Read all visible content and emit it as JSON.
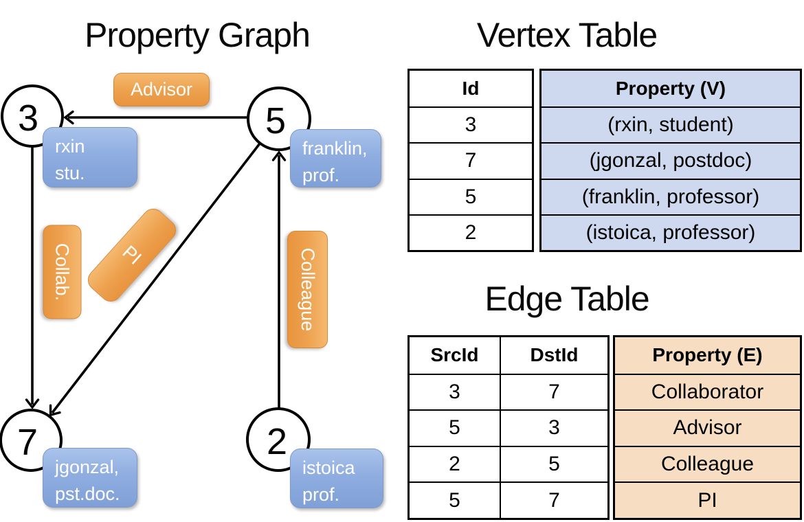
{
  "graph": {
    "title": "Property Graph",
    "nodes": [
      {
        "id": "3",
        "prop_line1": "rxin",
        "prop_line2": "stu."
      },
      {
        "id": "5",
        "prop_line1": "franklin,",
        "prop_line2": "prof."
      },
      {
        "id": "7",
        "prop_line1": "jgonzal,",
        "prop_line2": "pst.doc."
      },
      {
        "id": "2",
        "prop_line1": "istoica",
        "prop_line2": "prof."
      }
    ],
    "edges": [
      {
        "label": "Advisor",
        "from": "5",
        "to": "3"
      },
      {
        "label": "Collab.",
        "from": "3",
        "to": "7"
      },
      {
        "label": "PI",
        "from": "5",
        "to": "7"
      },
      {
        "label": "Colleague",
        "from": "2",
        "to": "5"
      }
    ]
  },
  "vertex_table": {
    "title": "Vertex Table",
    "col_id": "Id",
    "col_property": "Property (V)",
    "rows": [
      [
        "3",
        "(rxin, student)"
      ],
      [
        "7",
        "(jgonzal, postdoc)"
      ],
      [
        "5",
        "(franklin, professor)"
      ],
      [
        "2",
        "(istoica, professor)"
      ]
    ]
  },
  "edge_table": {
    "title": "Edge Table",
    "col_src": "SrcId",
    "col_dst": "DstId",
    "col_property": "Property (E)",
    "rows": [
      [
        "3",
        "7",
        "Collaborator"
      ],
      [
        "5",
        "3",
        "Advisor"
      ],
      [
        "2",
        "5",
        "Colleague"
      ],
      [
        "5",
        "7",
        "PI"
      ]
    ]
  },
  "colors": {
    "edge_label_fill_top": "#F5B96F",
    "edge_label_fill_bottom": "#E8943E",
    "edge_label_border": "#D3873B",
    "vertex_prop_fill_top": "#A9C3EB",
    "vertex_prop_fill_bottom": "#7FA0D7",
    "vertex_prop_border": "#7F98C6",
    "vertex_table_accent": "#CED9F0",
    "edge_table_accent": "#F7DDC1",
    "table_border": "#000000",
    "arrow_color": "#000000"
  }
}
